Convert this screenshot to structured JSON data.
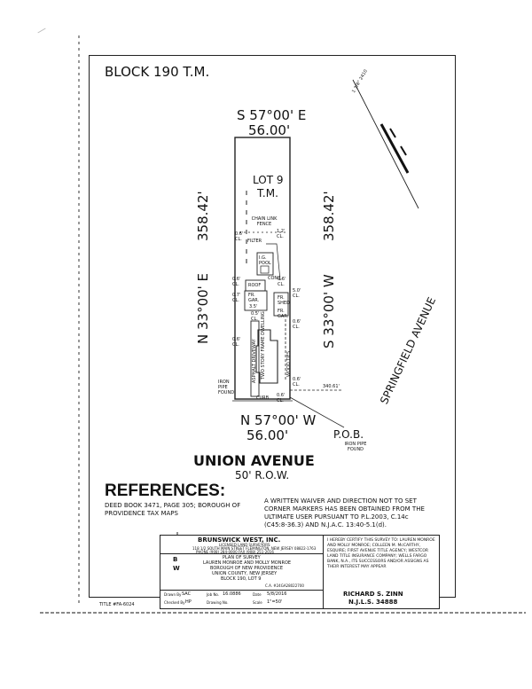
{
  "block_title": "BLOCK 190 T.M.",
  "bearings": {
    "north_line": "S 57°00' E",
    "north_dist": "56.00'",
    "south_line": "N 57°00' W",
    "south_dist": "56.00'",
    "west_side": "N 33°00' E",
    "west_dist": "358.42'",
    "east_side": "S 33°00' W",
    "east_dist": "358.42'"
  },
  "lot": {
    "label": "LOT 9",
    "sub": "T.M."
  },
  "plan_labels": {
    "fence": "CHAIN LINK FENCE",
    "filter": "FILTER",
    "pool": "I.G. POOL",
    "conc": "CONC.",
    "roof": "ROOF",
    "garage_left": "FR. GAR.",
    "garage_left_dim": "3.5'",
    "shed": "FR. SHED",
    "garage_right": "FR. GAR.",
    "house": "TWO STORY FRAME DWELLING",
    "drive": "ASPHALT DRIVEWAY",
    "wood_fence": "WOOD TIES",
    "iron_pipe": "IRON PIPE FOUND",
    "curb": "CURB",
    "offset_right": "340.61'",
    "dims": [
      "0.6' CL.",
      "1.2' CL.",
      "0.6' CL.",
      "0.7' CL.",
      "0.6' CL.",
      "5.0' CL.",
      "0.5' CL.",
      "0.6' CL.",
      "0.6' CL.",
      "0.6' CL.",
      "0.6' CL."
    ]
  },
  "pob": {
    "label": "P.O.B.",
    "sub": "IRON PIPE FOUND"
  },
  "streets": {
    "union": "UNION AVENUE",
    "union_row": "50' R.O.W.",
    "springfield": "SPRINGFIELD AVENUE",
    "springfield_ref": "1 3/8\" 2410"
  },
  "references": {
    "heading": "REFERENCES:",
    "text": "DEED BOOK 3471, PAGE 305; BOROUGH OF PROVIDENCE TAX MAPS"
  },
  "waiver": "A WRITTEN WAIVER AND DIRECTION NOT TO SET CORNER MARKERS HAS BEEN OBTAINED FROM THE ULTIMATE USER PURSUANT TO P.L.2003, C.14c (C45:8-36.3) AND N.J.A.C. 13:40-5.1(d).",
  "title_block": {
    "firm": "BRUNSWICK WEST, INC.",
    "firm_sub": "LICENSED LAND SURVEYORS",
    "firm_addr": "118 1/2 SOUTH MAIN STREET   FLEMINGTON, NEW JERSEY 08822-1763",
    "firm_phone": "PHONE (908) 284-0000     FAX (908) 251-2016",
    "plan_of": "PLAN OF SURVEY",
    "owners": "LAUREN MONROE AND MOLLY MONROE",
    "borough": "BOROUGH OF NEW PROVIDENCE",
    "county": "UNION COUNTY, NEW JERSEY",
    "block_lot": "BLOCK 190, LOT 9",
    "ca": "C.A. #24GA28022700",
    "drawn_by_label": "Drawn By",
    "drawn_by": "SAC",
    "job_label": "Job No.",
    "job": "16.0886",
    "date_label": "Date",
    "date": "5/8/2016",
    "checked_label": "Checked By",
    "checked": "HP",
    "drawing_label": "Drawing No.",
    "scale_label": "Scale",
    "scale": "1\"=50'",
    "logo_letters": [
      "B",
      "W"
    ],
    "certify": "I HEREBY CERTIFY THIS SURVEY TO: LAUREN MONROE AND MOLLY MONROE; COLLEEN M. McCARTHY, ESQUIRE; FIRST AVENUE TITLE AGENCY; WESTCOR LAND TITLE INSURANCE COMPANY; WELLS FARGO BANK, N.A., ITS SUCCESSORS AND/OR ASSIGNS AS THEIR INTEREST MAY APPEAR",
    "surveyor": "RICHARD S. ZINN",
    "license": "N.J.L.S. 34888"
  },
  "title_no": "TITLE #FA-6024"
}
